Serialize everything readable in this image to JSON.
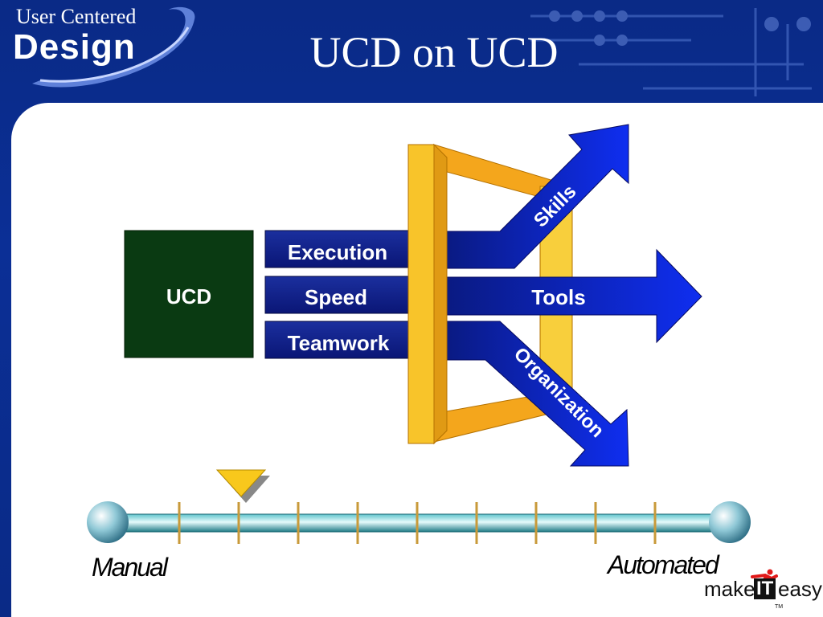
{
  "header": {
    "logo_line1": "User Centered",
    "logo_line2": "Design",
    "title": "UCD on UCD"
  },
  "diagram": {
    "source_box": "UCD",
    "inputs": [
      "Execution",
      "Speed",
      "Teamwork"
    ],
    "outputs": [
      "Skills",
      "Tools",
      "Organization"
    ]
  },
  "scale": {
    "left_label": "Manual",
    "right_label": "Automated",
    "tick_count": 9,
    "marker_tick_index": 1
  },
  "brand": {
    "make": "make",
    "it": "IT",
    "easy": "easy",
    "tm": "TM"
  },
  "colors": {
    "background_blue": "#0b2f96",
    "arrow_blue": "#0b1f8e",
    "source_green": "#0a3a12",
    "frame_yellow": "#f6c12a",
    "frame_orange": "#f4a61c",
    "scale_teal": "#2a8f9a",
    "marker_yellow": "#f8c81c"
  }
}
